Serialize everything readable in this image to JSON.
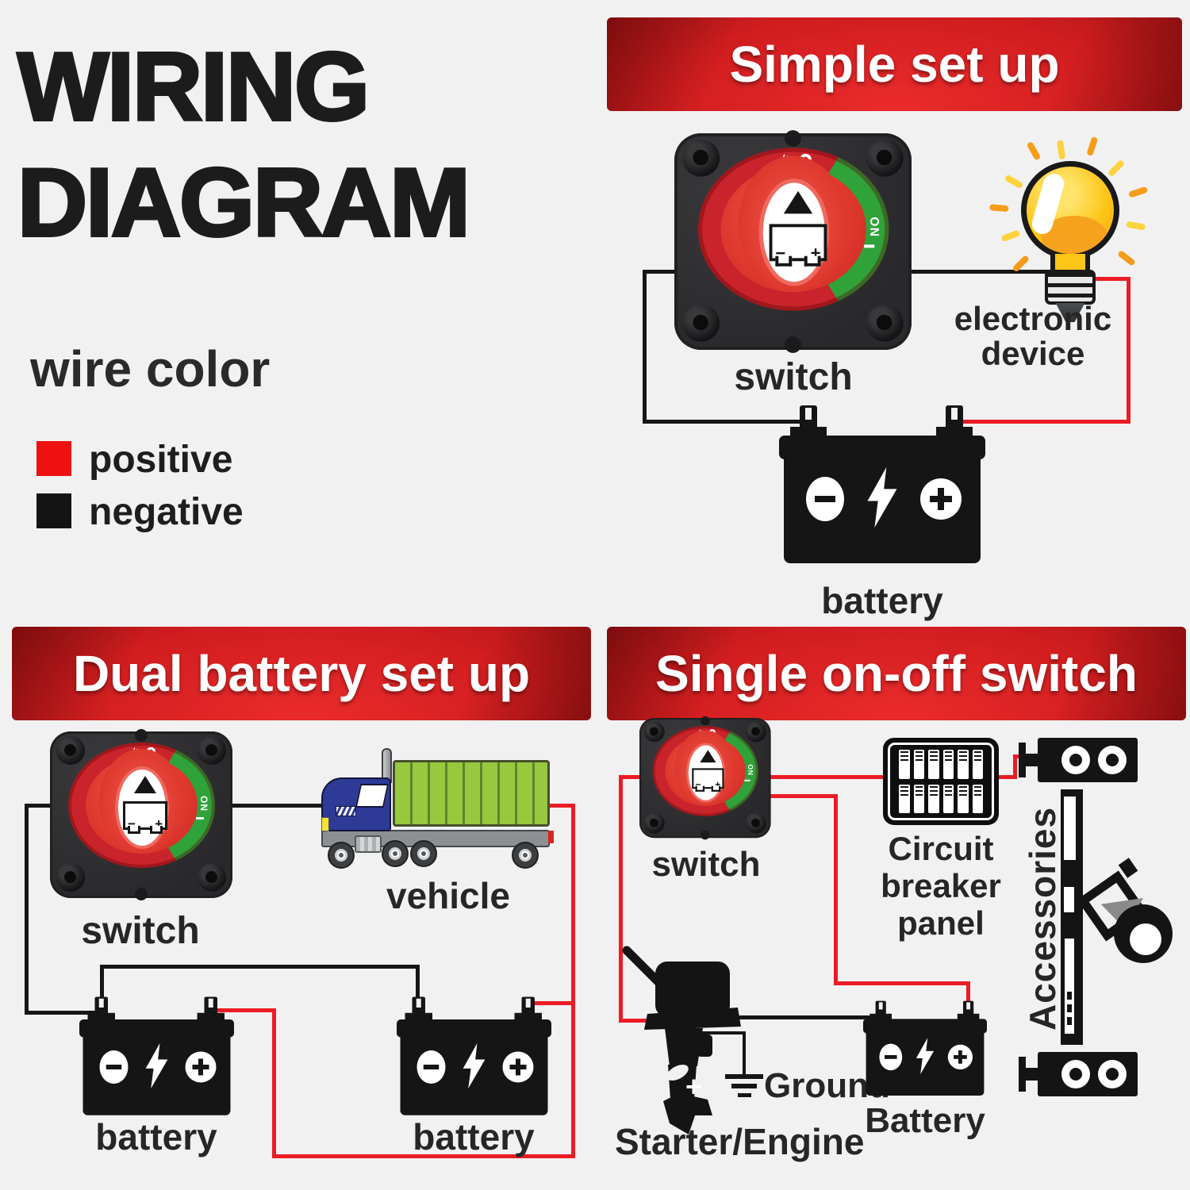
{
  "background": "#f1f1f2",
  "title": {
    "line1": "WIRING",
    "line2": "DIAGRAM"
  },
  "legend": {
    "heading": "wire color",
    "positive": {
      "label": "positive",
      "color": "#ee1111"
    },
    "negative": {
      "label": "negative",
      "color": "#141414"
    }
  },
  "wire_colors": {
    "positive": "#ec1c24",
    "negative": "#161616"
  },
  "switch_dial": {
    "off_symbol": "0",
    "off_label": "OFF",
    "on_label": "ON"
  },
  "battery_icon": {
    "minus": "−",
    "plus": "+"
  },
  "panels": {
    "simple": {
      "banner": "Simple set up",
      "switch_label": "switch",
      "device_line1": "electronic",
      "device_line2": "device",
      "battery_label": "battery"
    },
    "dual": {
      "banner": "Dual battery set up",
      "switch_label": "switch",
      "vehicle_label": "vehicle",
      "battery_left_label": "battery",
      "battery_right_label": "battery"
    },
    "single": {
      "banner": "Single on-off switch",
      "switch_label": "switch",
      "breaker_line1": "Circuit",
      "breaker_line2": "breaker",
      "breaker_line3": "panel",
      "accessories_label": "Accessories",
      "ground_label": "Ground",
      "starter_label": "Starter/Engine",
      "battery_label": "Battery"
    }
  }
}
